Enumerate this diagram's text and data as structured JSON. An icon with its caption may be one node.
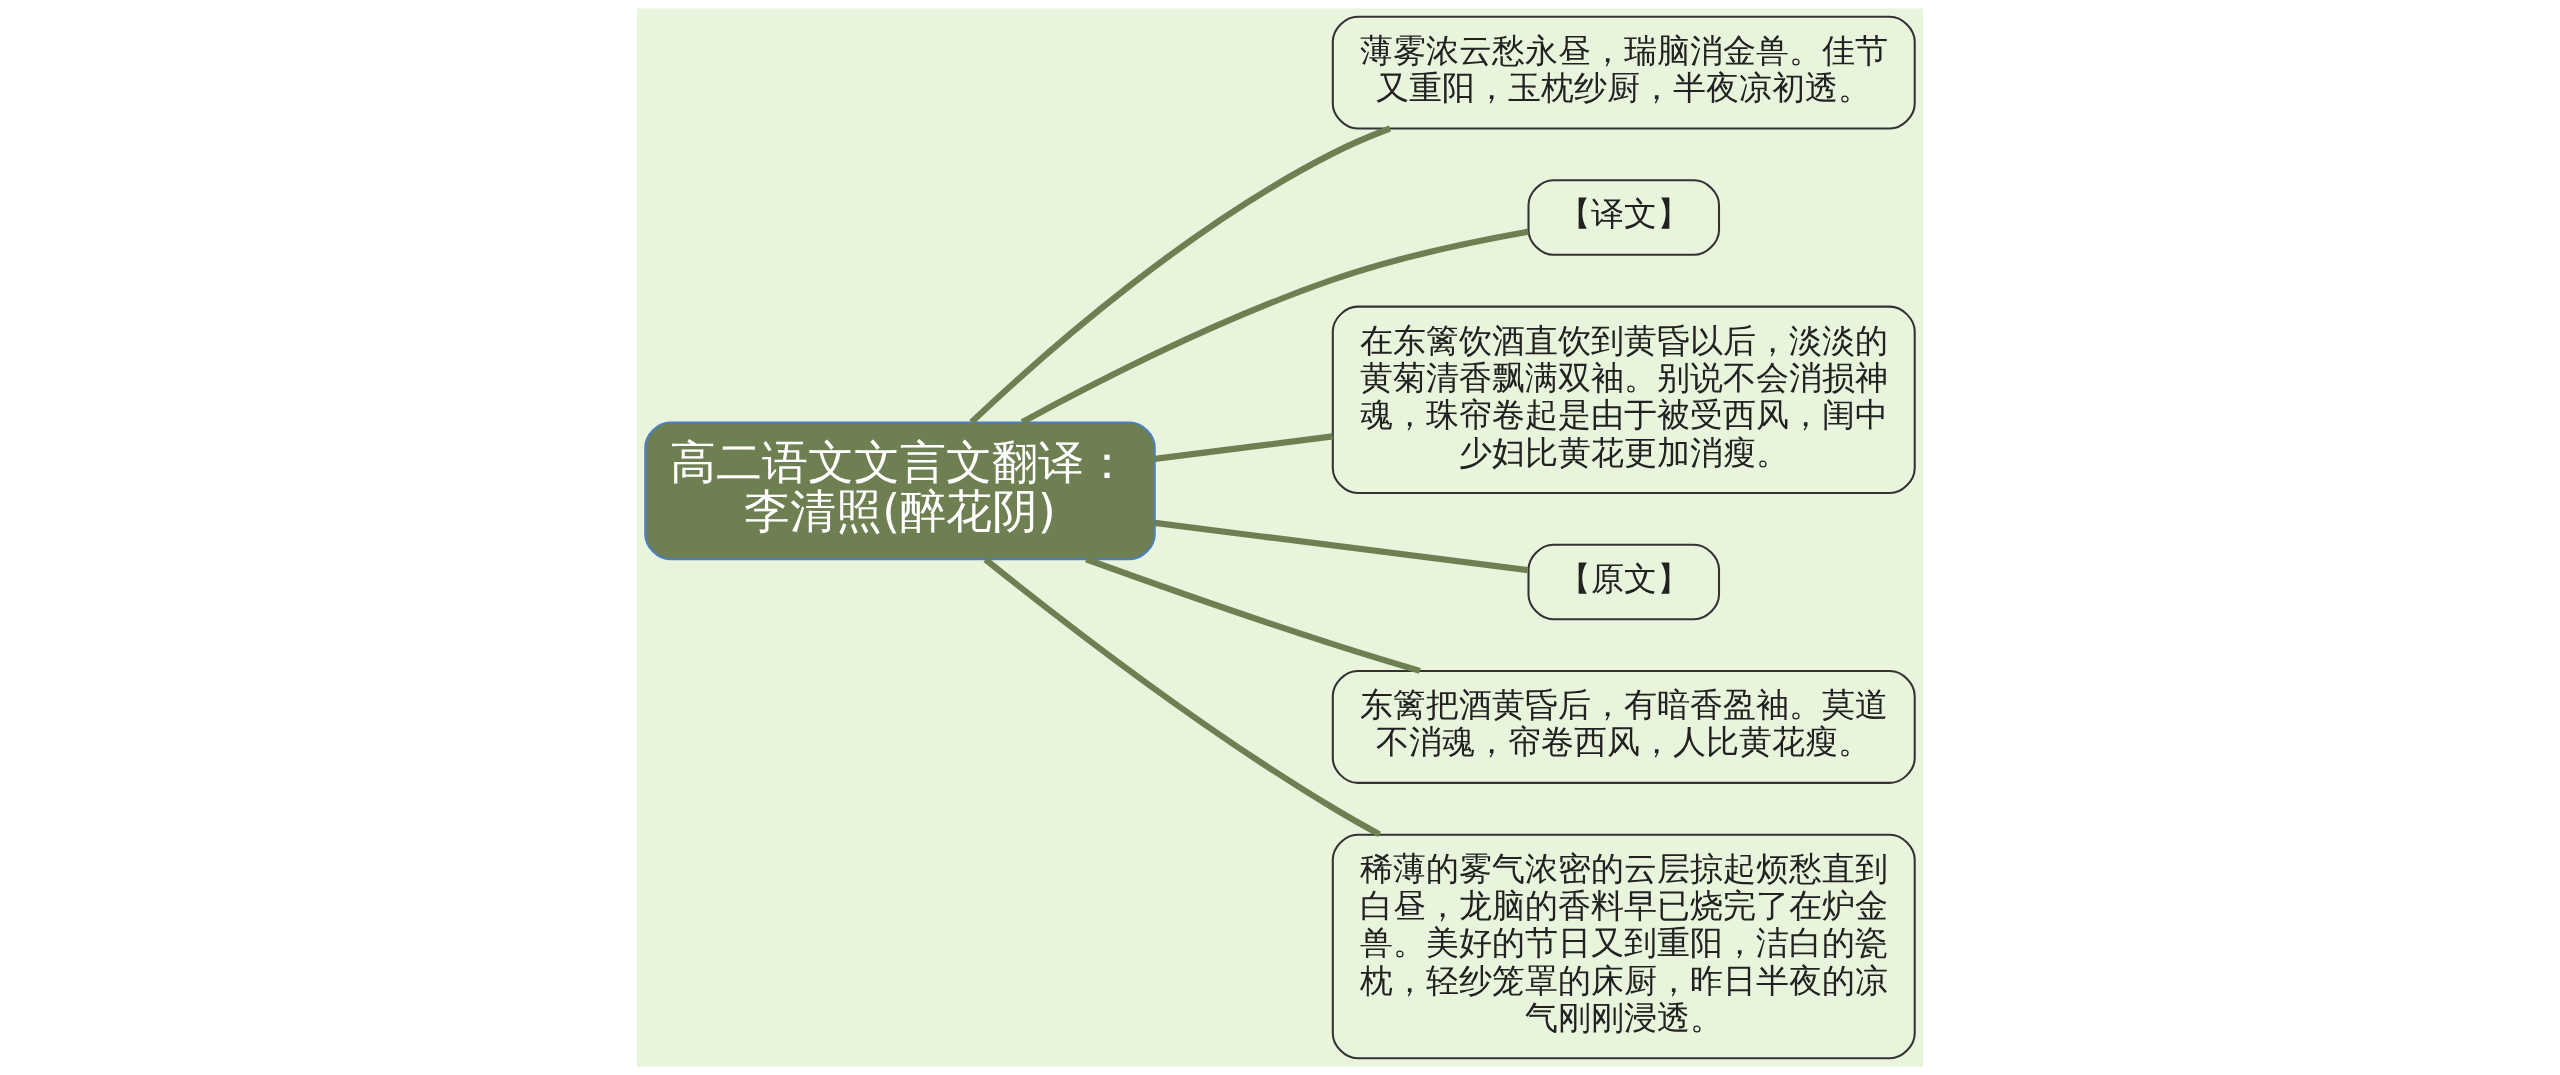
{
  "diagram": {
    "nodes": [
      {
        "text": [
          "高二语文文言文翻译：李清照(醉花阴)"
        ]
      },
      {
        "text": [
          "薄雾浓云愁永昼，瑞脑消金兽。佳节又重阳，玉枕纱厨，半夜凉初透。"
        ]
      },
      {
        "text": [
          "【译文】"
        ]
      },
      {
        "text": [
          "在东篱饮酒直饮到黄昏以后，淡淡的黄菊清香飘满双袖。别说不会消损神魂，珠帘卷起是由于被受西风，闺中少妇比黄花更加消瘦。"
        ]
      },
      {
        "text": [
          "【原文】"
        ]
      },
      {
        "text": [
          "东篱把酒黄昏后，有暗香盈袖。莫道不消魂，帘卷西风，人比黄花瘦。"
        ]
      },
      {
        "text": [
          "稀薄的雾气浓密的云层掠起烦愁直到白昼，龙脑的香料早已烧完了在炉金兽。美好的节日又到重阳，洁白的瓷枕，轻纱笼罩的床厨，昨日半夜的凉气刚刚浸透。"
        ]
      }
    ],
    "edges": [
      {
        "from": 0,
        "to": 1,
        "arrow": "none"
      },
      {
        "from": 0,
        "to": 2,
        "arrow": "none"
      },
      {
        "from": 0,
        "to": 3,
        "arrow": "none"
      },
      {
        "from": 0,
        "to": 4,
        "arrow": "none"
      },
      {
        "from": 0,
        "to": 5,
        "arrow": "none"
      },
      {
        "from": 0,
        "to": 6,
        "arrow": "none"
      }
    ]
  }
}
